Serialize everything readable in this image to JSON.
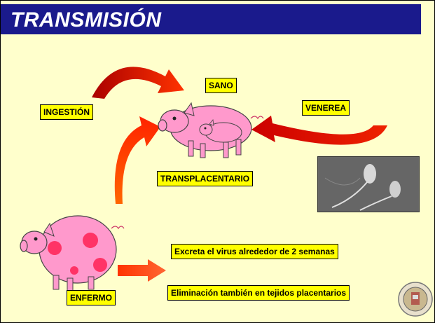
{
  "title": "TRANSMISIÓN",
  "labels": {
    "sano": "SANO",
    "ingestion": "INGESTIÓN",
    "venerea": "VENEREA",
    "transplacentario": "TRANSPLACENTARIO",
    "enfermo": "ENFERMO",
    "excreta": "Excreta el virus alrededor de 2 semanas",
    "eliminacion": "Eliminación también en tejidos placentarios"
  },
  "colors": {
    "background": "#ffffcc",
    "title_bar": "#1a1a8c",
    "label_fill": "#ffff00",
    "pig_pink": "#ff99cc",
    "arrow_red": "#cc0000",
    "arrow_orange": "#ff4400"
  },
  "images": {
    "photo": "electron-microscope-image",
    "seal": "institution-seal"
  }
}
